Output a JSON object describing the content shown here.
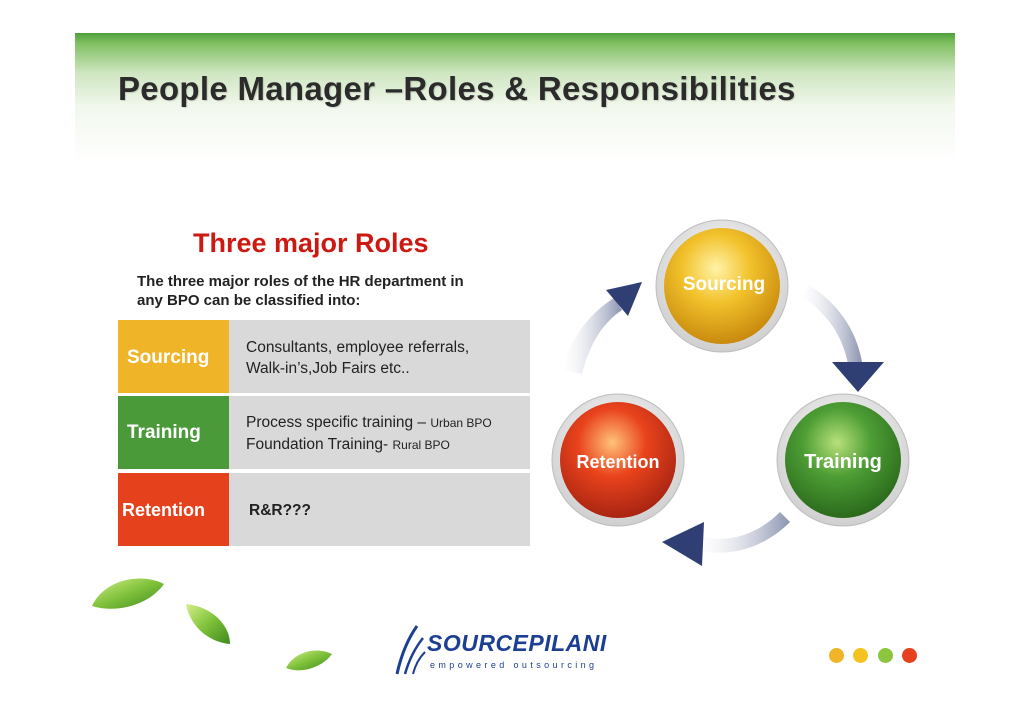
{
  "title": "People Manager –Roles & Responsibilities",
  "section": {
    "heading": "Three major Roles",
    "intro_line1": "The three major roles of the HR department in",
    "intro_line2": "any BPO can be classified into:"
  },
  "roles": [
    {
      "name": "Sourcing",
      "desc_line1": "Consultants, employee referrals,",
      "desc_line2": "Walk-in’s,Job Fairs etc.."
    },
    {
      "name": "Training",
      "desc_line1_main": "Process specific training – ",
      "desc_line1_small": "Urban BPO",
      "desc_line2_main": "Foundation Training- ",
      "desc_line2_small": "Rural BPO"
    },
    {
      "name": "Retention",
      "desc_line1": "R&R???"
    }
  ],
  "cycle": {
    "sourcing": "Sourcing",
    "training": "Training",
    "retention": "Retention"
  },
  "logo": {
    "brand": "SOURCEPILANI",
    "tagline": "empowered outsourcing"
  },
  "colors": {
    "sourcing": "#f0b429",
    "training": "#4b9a3a",
    "retention": "#e5411d",
    "heading": "#cc1a12",
    "arrow": "#2f3f73"
  },
  "icons": [
    "leaf-icon",
    "arrow-icon",
    "dot-icon"
  ]
}
